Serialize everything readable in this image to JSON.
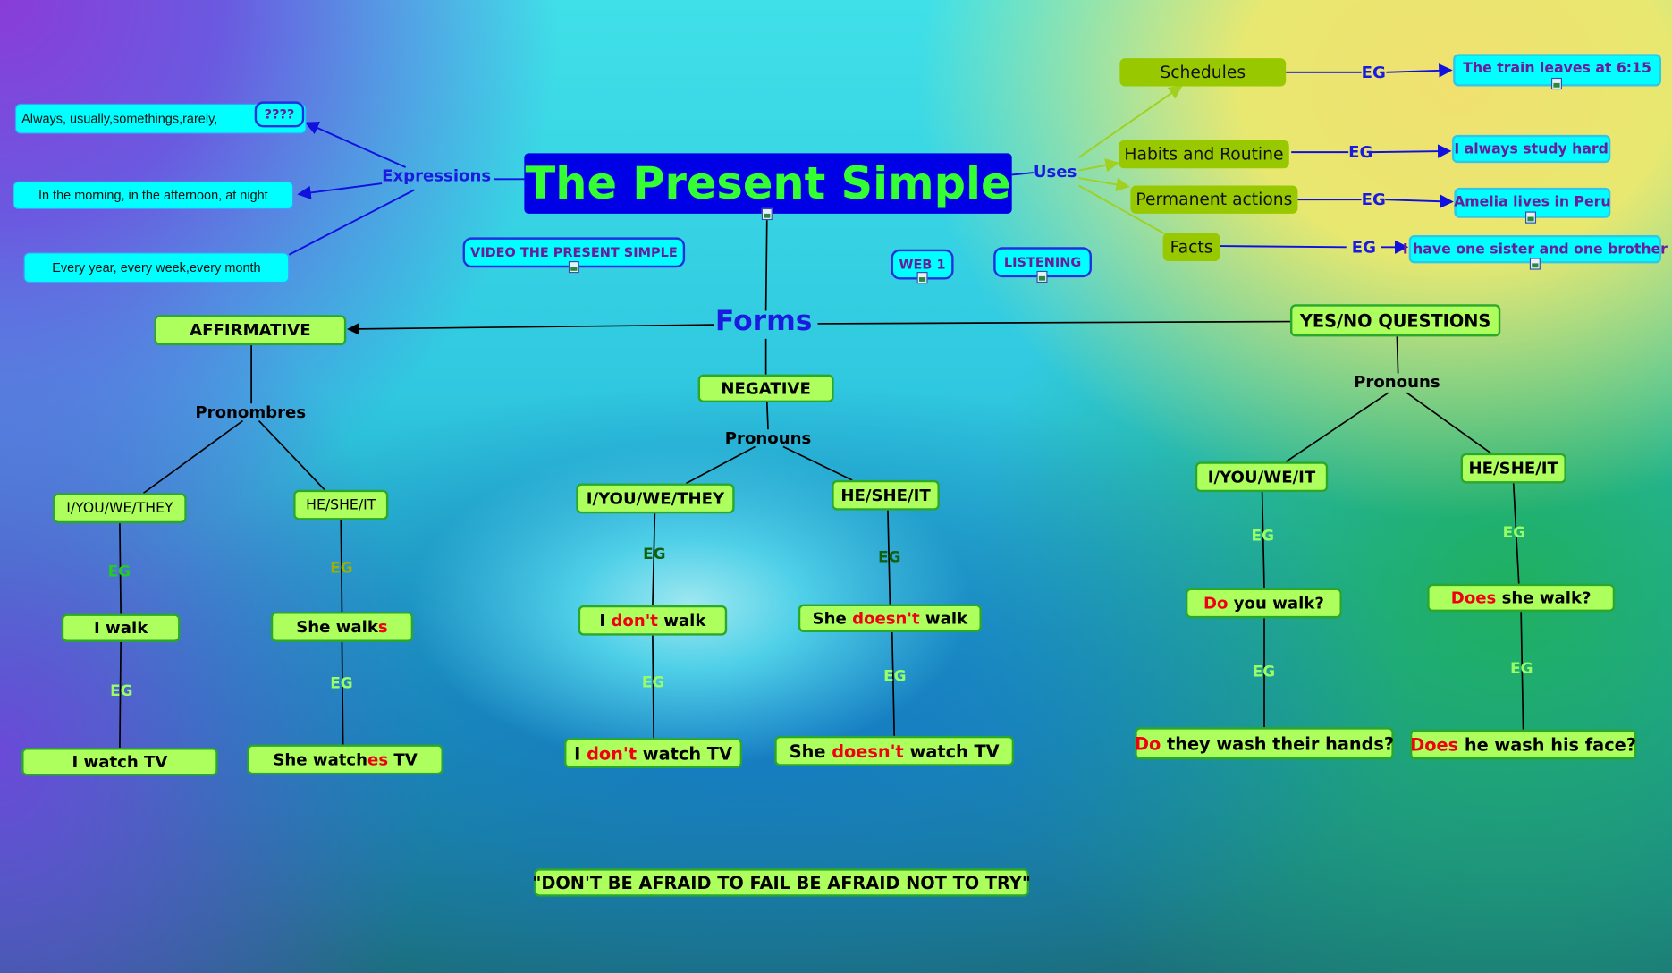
{
  "title": "The Present Simple",
  "labels": {
    "expressions": "Expressions",
    "uses": "Uses",
    "forms": "Forms",
    "pronombres": "Pronombres",
    "pronouns_neg": "Pronouns",
    "pronouns_q": "Pronouns",
    "eg": "EG"
  },
  "expressions": {
    "frequency": "Always, usually,somethings,rarely,",
    "unknown": "????",
    "times_of_day": "In the morning, in the afternoon, at night",
    "every": "Every year, every week,every month"
  },
  "uses": [
    {
      "label": "Schedules",
      "example": "The train leaves at 6:15"
    },
    {
      "label": "Habits and Routine",
      "example": "I always study hard"
    },
    {
      "label": "Permanent actions",
      "example": "Amelia lives in Peru"
    },
    {
      "label": "Facts",
      "example": "I have one sister and one brother"
    }
  ],
  "links": {
    "video": "VIDEO THE PRESENT SIMPLE",
    "web": "WEB 1",
    "listening": "LISTENING"
  },
  "forms": {
    "affirmative": {
      "title": "AFFIRMATIVE",
      "p1": "I/YOU/WE/THEY",
      "p2": "HE/SHE/IT",
      "ex1": {
        "pre": "I walk",
        "hl": "",
        "post": ""
      },
      "ex2": {
        "pre": "She walk",
        "hl": "s",
        "post": ""
      },
      "ex3": {
        "pre": "I watch TV",
        "hl": "",
        "post": ""
      },
      "ex4": {
        "pre": "She watch",
        "hl": "es",
        "post": " TV"
      }
    },
    "negative": {
      "title": "NEGATIVE",
      "p1": "I/YOU/WE/THEY",
      "p2": "HE/SHE/IT",
      "ex1": {
        "pre": "I ",
        "hl": "don't",
        "post": " walk"
      },
      "ex2": {
        "pre": "She ",
        "hl": "doesn't",
        "post": " walk"
      },
      "ex3": {
        "pre": "I ",
        "hl": "don't",
        "post": " watch TV"
      },
      "ex4": {
        "pre": "She ",
        "hl": "doesn't",
        "post": " watch TV"
      }
    },
    "questions": {
      "title": "YES/NO QUESTIONS",
      "p1": "I/YOU/WE/IT",
      "p2": "HE/SHE/IT",
      "ex1": {
        "pre": "",
        "hl": "Do",
        "post": " you walk?"
      },
      "ex2": {
        "pre": "",
        "hl": "Does",
        "post": " she walk?"
      },
      "ex3": {
        "pre": "",
        "hl": "Do",
        "post": " they wash their hands?"
      },
      "ex4": {
        "pre": "",
        "hl": "Does",
        "post": " he wash his face?"
      }
    }
  },
  "quote": "\"DON'T BE AFRAID TO FAIL BE AFRAID NOT TO TRY\"",
  "colors": {
    "title_bg": "#0000e6",
    "title_text": "#33ff33",
    "node_green": "#adff5e",
    "node_cyan": "#00ffff",
    "node_olive": "#98c800",
    "highlight": "#f00010",
    "link_blue": "#1a1ae0"
  }
}
